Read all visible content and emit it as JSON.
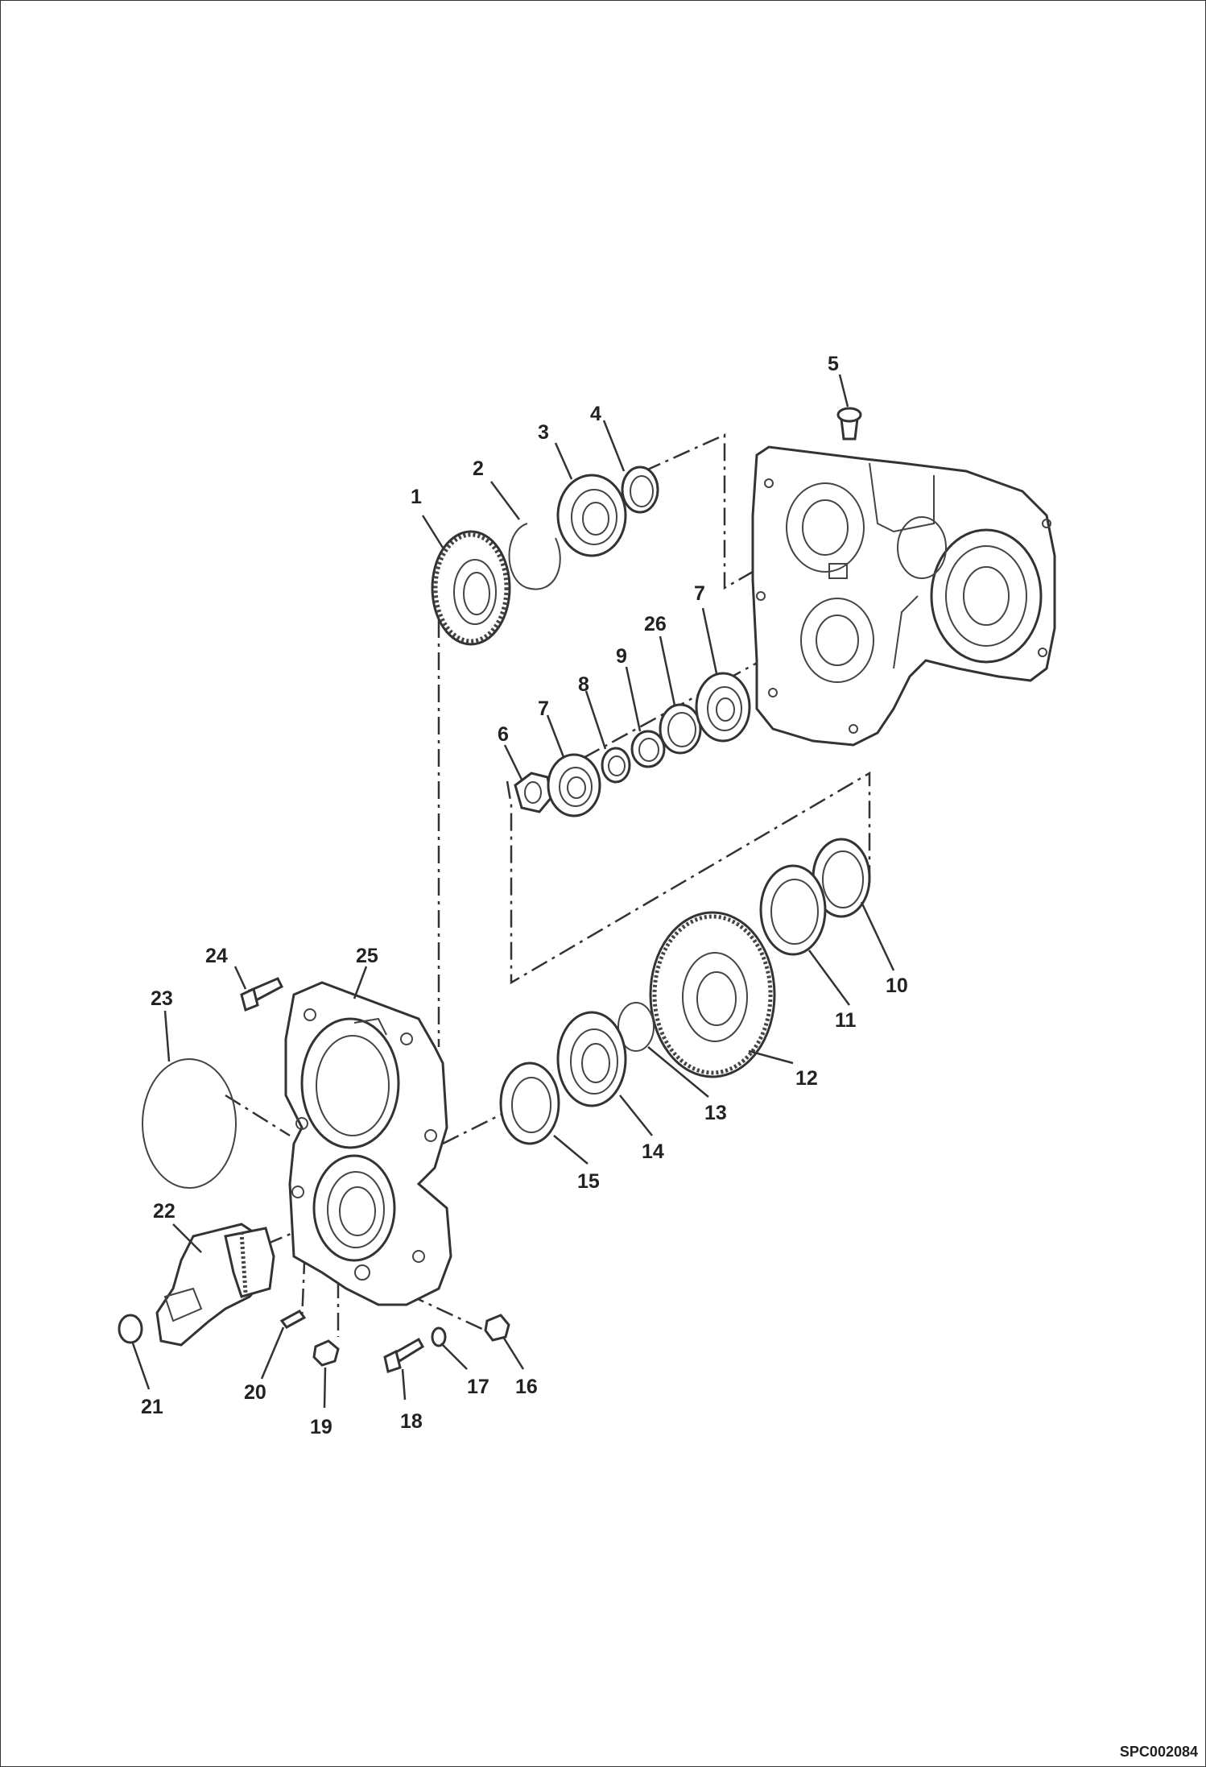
{
  "diagram": {
    "callouts": [
      "1",
      "2",
      "3",
      "4",
      "5",
      "6",
      "7",
      "7",
      "8",
      "9",
      "26",
      "10",
      "11",
      "12",
      "13",
      "14",
      "15",
      "16",
      "17",
      "18",
      "19",
      "20",
      "21",
      "22",
      "23",
      "24",
      "25"
    ],
    "drawing_code": "SPC002084"
  }
}
